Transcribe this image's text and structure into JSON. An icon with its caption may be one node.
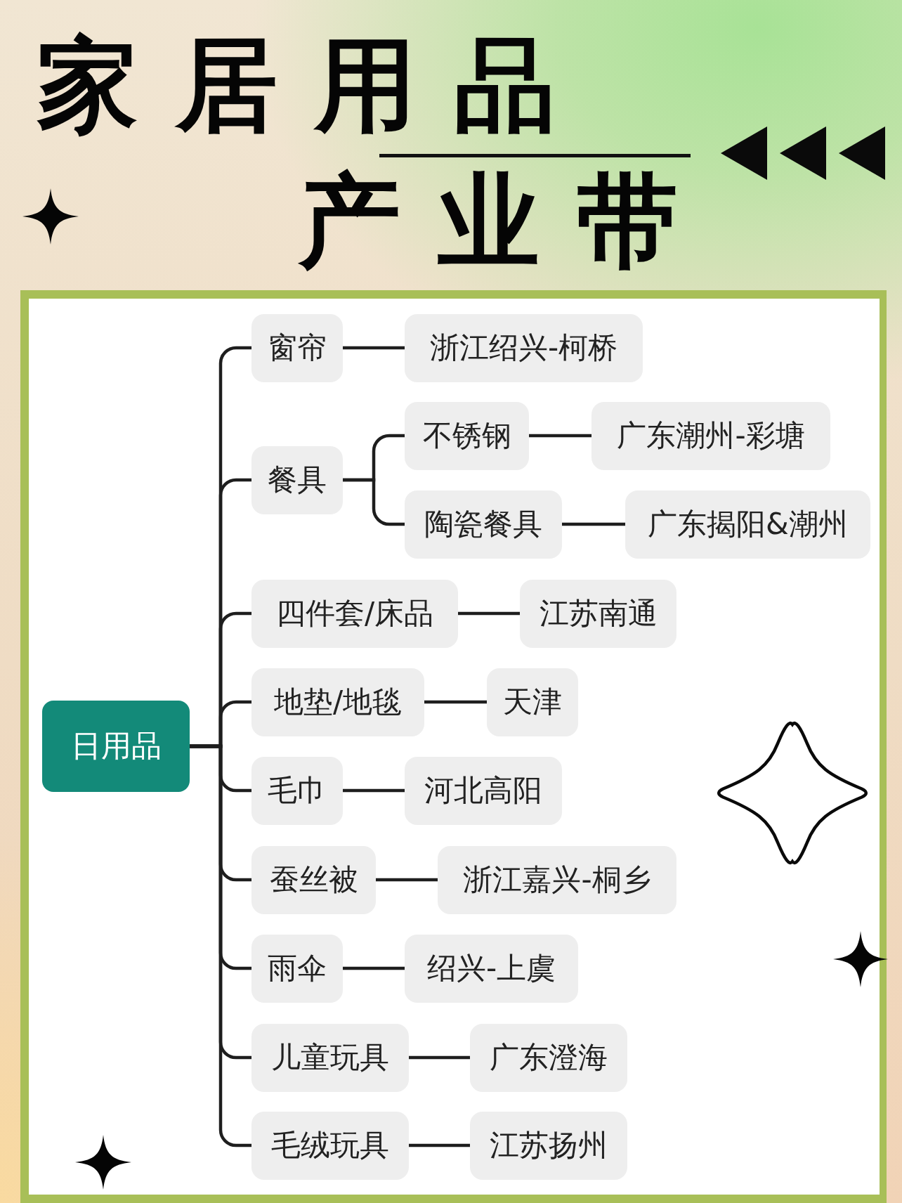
{
  "diagram": {
    "title": "家居用品产业带",
    "nodes": [
      {
        "text": [
          "日用品"
        ]
      },
      {
        "text": [
          "窗帘"
        ]
      },
      {
        "text": [
          "浙江绍兴-柯桥"
        ]
      },
      {
        "text": [
          "餐具"
        ]
      },
      {
        "text": [
          "不锈钢"
        ]
      },
      {
        "text": [
          "广东潮州-彩塘"
        ]
      },
      {
        "text": [
          "陶瓷餐具"
        ]
      },
      {
        "text": [
          "广东揭阳&潮州"
        ]
      },
      {
        "text": [
          "四件套/床品"
        ]
      },
      {
        "text": [
          "江苏南通"
        ]
      },
      {
        "text": [
          "地垫/地毯"
        ]
      },
      {
        "text": [
          "天津"
        ]
      },
      {
        "text": [
          "毛巾"
        ]
      },
      {
        "text": [
          "河北高阳"
        ]
      },
      {
        "text": [
          "蚕丝被"
        ]
      },
      {
        "text": [
          "浙江嘉兴-桐乡"
        ]
      },
      {
        "text": [
          "雨伞"
        ]
      },
      {
        "text": [
          "绍兴-上虞"
        ]
      },
      {
        "text": [
          "儿童玩具"
        ]
      },
      {
        "text": [
          "广东澄海"
        ]
      },
      {
        "text": [
          "毛绒玩具"
        ]
      },
      {
        "text": [
          "江苏扬州"
        ]
      }
    ],
    "edges": [
      {
        "from": 0,
        "to": 1,
        "arrow": "none"
      },
      {
        "from": 1,
        "to": 2,
        "arrow": "none"
      },
      {
        "from": 0,
        "to": 3,
        "arrow": "none"
      },
      {
        "from": 3,
        "to": 4,
        "arrow": "none"
      },
      {
        "from": 4,
        "to": 5,
        "arrow": "none"
      },
      {
        "from": 3,
        "to": 6,
        "arrow": "none"
      },
      {
        "from": 6,
        "to": 7,
        "arrow": "none"
      },
      {
        "from": 0,
        "to": 8,
        "arrow": "none"
      },
      {
        "from": 8,
        "to": 9,
        "arrow": "none"
      },
      {
        "from": 0,
        "to": 10,
        "arrow": "none"
      },
      {
        "from": 10,
        "to": 11,
        "arrow": "none"
      },
      {
        "from": 0,
        "to": 12,
        "arrow": "none"
      },
      {
        "from": 12,
        "to": 13,
        "arrow": "none"
      },
      {
        "from": 0,
        "to": 14,
        "arrow": "none"
      },
      {
        "from": 14,
        "to": 15,
        "arrow": "none"
      },
      {
        "from": 0,
        "to": 16,
        "arrow": "none"
      },
      {
        "from": 16,
        "to": 17,
        "arrow": "none"
      },
      {
        "from": 0,
        "to": 18,
        "arrow": "none"
      },
      {
        "from": 18,
        "to": 19,
        "arrow": "none"
      },
      {
        "from": 0,
        "to": 20,
        "arrow": "none"
      },
      {
        "from": 20,
        "to": 21,
        "arrow": "none"
      }
    ]
  }
}
